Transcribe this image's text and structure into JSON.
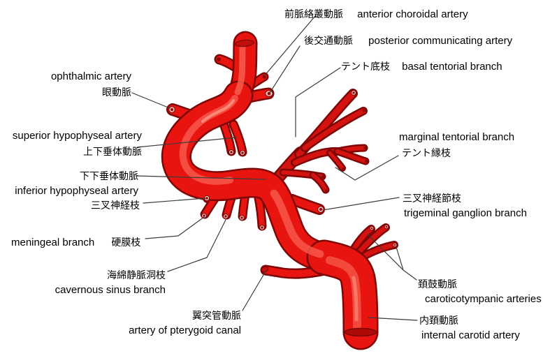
{
  "figure": {
    "kind": "anatomical diagram of artery with bilingual (Japanese / English) labels"
  },
  "colors": {
    "background": "#ffffff",
    "artery_red": "#e8140f",
    "artery_dark_outline": "#7e0706",
    "artery_highlight": "#f75b4e",
    "leader_line": "#3c3c3c",
    "text": "#000000"
  },
  "labels": {
    "anterior_choroidal": {
      "jp": "前脈絡叢動脈",
      "en": "anterior choroidal artery"
    },
    "posterior_communicating": {
      "jp": "後交通動脈",
      "en": "posterior communicating artery"
    },
    "basal_tentorial": {
      "jp": "テント底枝",
      "en": "basal tentorial branch"
    },
    "ophthalmic": {
      "en": "ophthalmic artery",
      "jp": "眼動脈"
    },
    "superior_hypophyseal": {
      "en": "superior hypophyseal artery",
      "jp": "上下垂体動脈"
    },
    "inferior_hypophyseal": {
      "jp": "下下垂体動脈",
      "en": "inferior hypophyseal artery"
    },
    "trigeminal_branch": {
      "jp": "三叉神経枝"
    },
    "meningeal": {
      "en": "meningeal branch",
      "jp": "硬膜枝"
    },
    "cavernous_sinus": {
      "jp": "海綿静脈洞枝",
      "en": "cavernous sinus branch"
    },
    "pterygoid_canal": {
      "jp": "翼突管動脈",
      "en": "artery of pterygoid canal"
    },
    "marginal_tentorial": {
      "en": "marginal tentorial branch",
      "jp": "テント縁枝"
    },
    "trigeminal_ganglion": {
      "jp": "三叉神経節枝",
      "en": "trigeminal ganglion branch"
    },
    "caroticotympanic": {
      "jp": "頚鼓動脈",
      "en": "caroticotympanic arteries"
    },
    "internal_carotid": {
      "jp": "内頚動脈",
      "en": "internal carotid artery"
    }
  }
}
